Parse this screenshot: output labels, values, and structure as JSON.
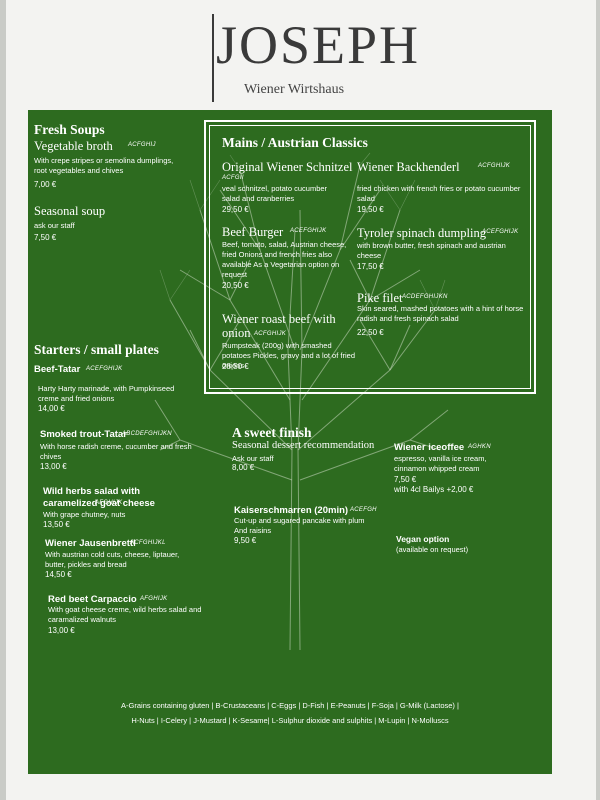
{
  "brand": {
    "name": "JOSEPH",
    "subtitle": "Wiener Wirtshaus"
  },
  "soups": {
    "heading": "Fresh Soups",
    "items": [
      {
        "name": "Vegetable broth",
        "allergens": "ACFGHIJ",
        "desc": "With crepe stripes or semolina dumplings, root vegetables and chives",
        "price": "7,00 €"
      },
      {
        "name": "Seasonal soup",
        "desc": "ask our staff",
        "price": "7,50 €"
      }
    ]
  },
  "mains": {
    "heading": "Mains / Austrian Classics",
    "items": [
      {
        "name": "Original Wiener Schnitzel",
        "allergens": "ACFGII",
        "desc": "veal schnitzel, potato cucumber salad and cranberries",
        "price": "29,50 €"
      },
      {
        "name": "Wiener Backhenderl",
        "allergens": "ACFGHIJK",
        "desc": "fried chicken with french fries or potato cucumber salad",
        "price": "19,50 €"
      },
      {
        "name": "Beef Burger",
        "allergens": "ACEFGHIJK",
        "desc": "Beef, tomato, salad, Austrian cheese, fried Onions and french fries also available As a Vegetarian option on request",
        "price": "20,50 €"
      },
      {
        "name": "Tyroler spinach dumpling",
        "allergens": "ACEFGHIJK",
        "desc": "with brown butter, fresh spinach and austrian cheese",
        "price": "17,50 €"
      },
      {
        "name": "Pike filet",
        "allergens": "ACDEFGHIJKN",
        "desc": "Skin seared, mashed potatoes with a hint of horse radish and fresh spinach salad",
        "price": "22,50 €"
      },
      {
        "name": "Wiener roast beef with onion",
        "allergens": "ACFGHIJK",
        "desc": "Rumpsteak (200g) with smashed potatoes Pickles, gravy and a lot of fried onions",
        "price": "28,50 €"
      }
    ]
  },
  "starters": {
    "heading": "Starters / small plates",
    "items": [
      {
        "name": "Beef-Tatar",
        "allergens": "ACEFGHIJK",
        "desc": "Harty Harty marinade, with Pumpkinseed creme and fried onions",
        "price": "14,00 €"
      },
      {
        "name": "Smoked trout-Tatar",
        "allergens": "ABCDEFGHIJKN",
        "desc": "With horse radish creme, cucumber and fresh chives",
        "price": "13,00 €"
      },
      {
        "name": "Wild herbs salad with caramelized goat cheese",
        "allergens": "AFGHIJK",
        "desc": "With grape chutney, nuts",
        "price": "13,50 €"
      },
      {
        "name": "Wiener Jausenbrettl",
        "allergens": "ACFGHIJKL",
        "desc": "With austrian cold cuts, cheese, liptauer, butter, pickles and bread",
        "price": "14,50 €"
      },
      {
        "name": "Red beet Carpaccio",
        "allergens": "AFGHIJK",
        "desc": "With goat cheese creme, wild herbs salad and caramalized walnuts",
        "price": "13,00 €"
      }
    ]
  },
  "desserts": {
    "heading": "A sweet finish",
    "items": [
      {
        "name": "Seasonal dessert recommendation",
        "desc": "Ask our staff",
        "price": "8,00 €"
      },
      {
        "name": "Wiener iceoffee",
        "allergens": "AGHKN",
        "desc": "espresso, vanilla ice cream, cinnamon whipped cream",
        "price": "7,50 €",
        "extra": "with 4cl Bailys +2,00 €"
      },
      {
        "name": "Kaiserschmarren (20min)",
        "allergens": "ACEFGH",
        "desc": "Cut-up and sugared pancake with plum And raisins",
        "price": "9,50 €"
      }
    ],
    "vegan": {
      "label": "Vegan option",
      "note": "(available on request)"
    }
  },
  "footer": {
    "line1": "A-Grains containing gluten | B-Crustaceans | C-Eggs | D-Fish | E-Peanuts | F-Soja | G-Milk (Lactose) |",
    "line2": "H-Nuts | I-Celery | J-Mustard | K-Sesame| L-Sulphur dioxide and sulphits | M-Lupin | N-Molluscs"
  },
  "colors": {
    "green": "#2d6b1f",
    "paper": "#f3f3f1",
    "text": "#ffffff"
  }
}
